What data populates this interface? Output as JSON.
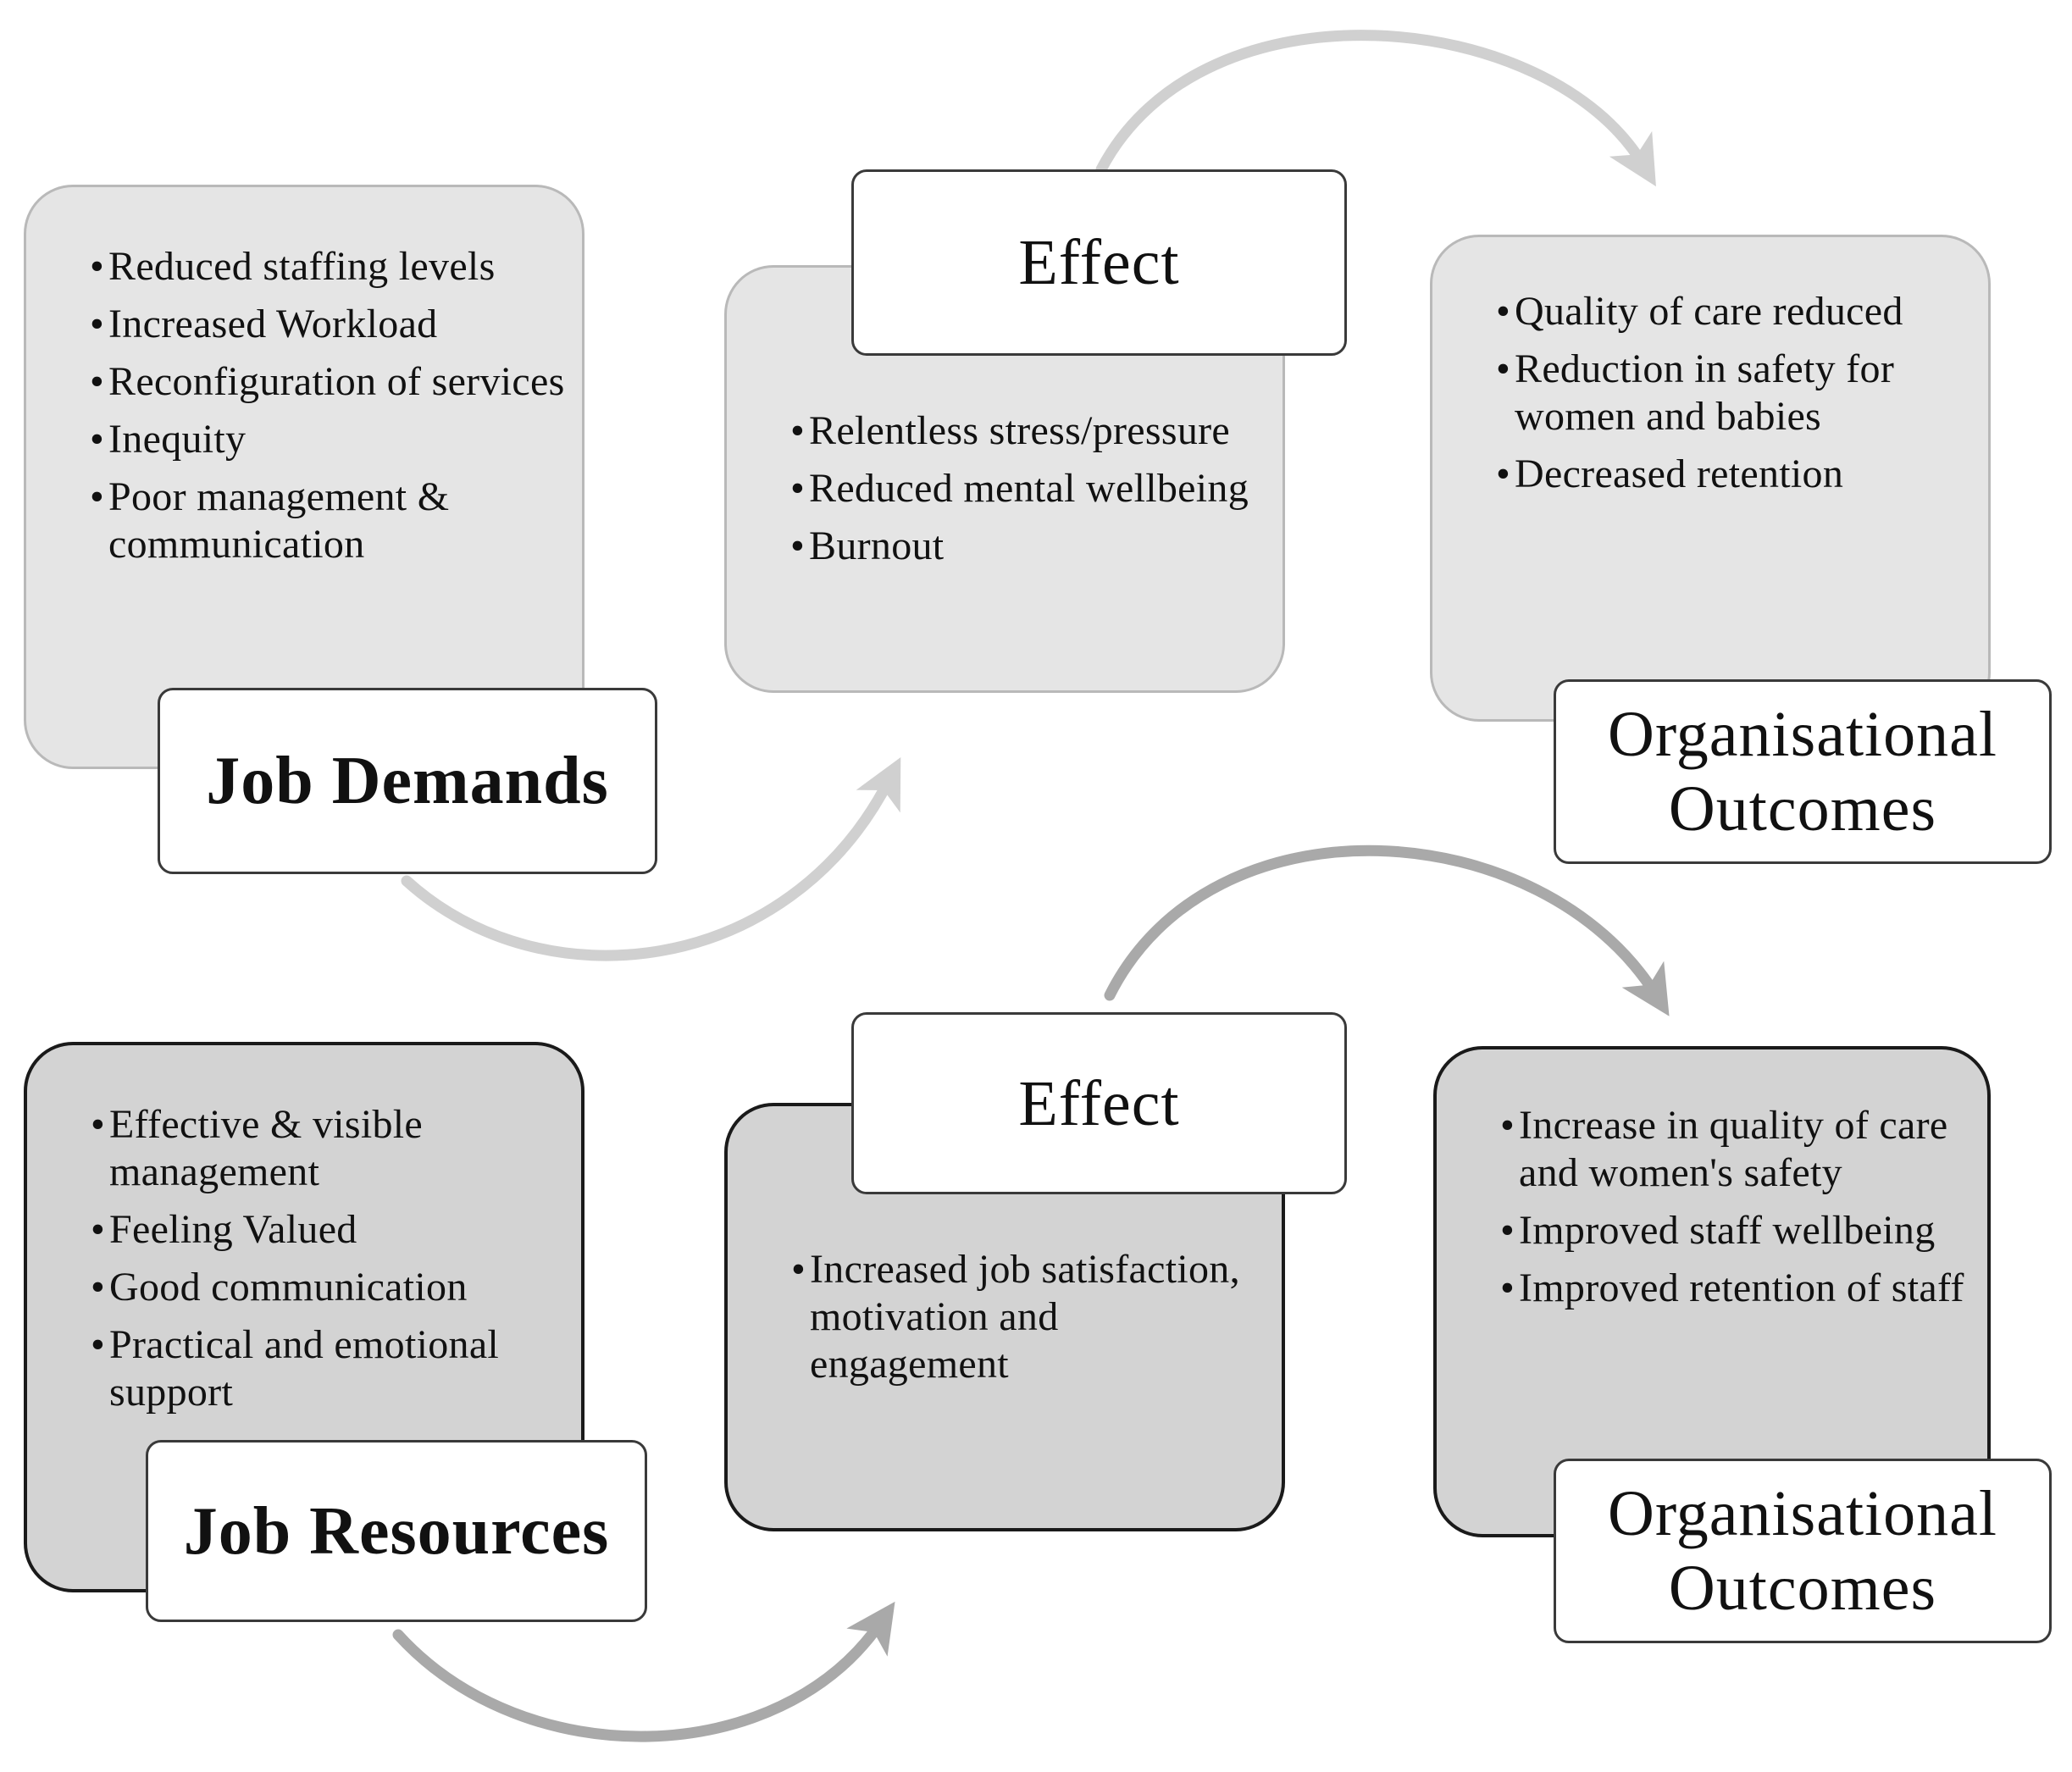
{
  "colors": {
    "top_box_fill": "#e5e5e5",
    "bottom_box_fill": "#d3d3d3",
    "top_arrow": "#d0d0d0",
    "bottom_arrow": "#a9a9a9",
    "title_fill": "#ffffff"
  },
  "top_row": {
    "job_demands": {
      "title": "Job Demands",
      "items": [
        "Reduced staffing levels",
        "Increased Workload",
        "Reconfiguration of services",
        "Inequity",
        "Poor management & communication"
      ]
    },
    "effect": {
      "title": "Effect",
      "items": [
        "Relentless stress/pressure",
        "Reduced mental wellbeing",
        "Burnout"
      ]
    },
    "outcomes": {
      "title": "Organisational Outcomes",
      "items": [
        "Quality of care reduced",
        "Reduction in safety for women and babies",
        "Decreased retention"
      ]
    }
  },
  "bottom_row": {
    "job_resources": {
      "title": "Job Resources",
      "items": [
        "Effective & visible management",
        "Feeling Valued",
        "Good communication",
        "Practical and emotional support"
      ]
    },
    "effect": {
      "title": "Effect",
      "items": [
        "Increased job satisfaction, motivation and engagement"
      ]
    },
    "outcomes": {
      "title": "Organisational Outcomes",
      "items": [
        "Increase in quality of care and women's safety",
        "Improved staff wellbeing",
        "Improved retention of staff"
      ]
    }
  }
}
